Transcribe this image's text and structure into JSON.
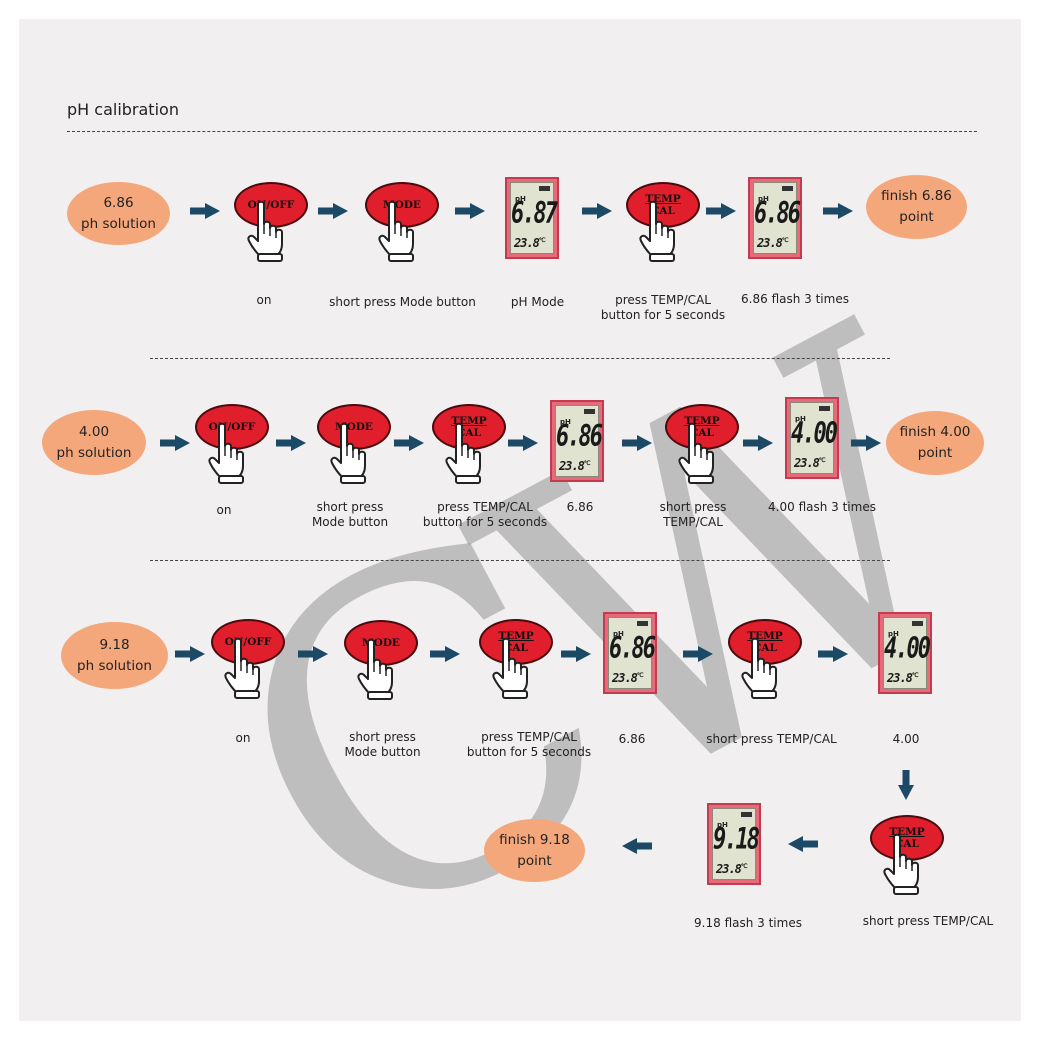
{
  "title": "pH calibration",
  "watermark": "CW",
  "colors": {
    "solution_oval": "#f5a77c",
    "button_red": "#e01e2c",
    "arrow": "#1c4a66",
    "lcd_frame": "#e56a7a",
    "lcd_screen": "#dfe3cf"
  },
  "buttons": {
    "on_off": "ON/OFF",
    "mode": "MODE",
    "temp_top": "TEMP",
    "temp_bottom": "CAL"
  },
  "lcd": {
    "ph_label": "pH",
    "temp": "23.8",
    "temp_unit": "℃"
  },
  "row1": {
    "solution": [
      "6.86",
      "ph solution"
    ],
    "display1": "6.87",
    "display2": "6.86",
    "finish": [
      "finish 6.86",
      "point"
    ],
    "captions": {
      "on": "on",
      "mode": "short press Mode button",
      "phmode": "pH Mode",
      "press": [
        "press TEMP/CAL",
        "button for 5 seconds"
      ],
      "flash": "6.86 flash 3 times"
    }
  },
  "row2": {
    "solution": [
      "4.00",
      "ph solution"
    ],
    "display1": "6.86",
    "display2": "4.00",
    "finish": [
      "finish 4.00",
      "point"
    ],
    "captions": {
      "on": "on",
      "mode": [
        "short press",
        "Mode button"
      ],
      "press": [
        "press TEMP/CAL",
        "button for 5 seconds"
      ],
      "d1": "6.86",
      "short": [
        "short press",
        "TEMP/CAL"
      ],
      "flash": "4.00 flash 3 times"
    }
  },
  "row3": {
    "solution": [
      "9.18",
      "ph solution"
    ],
    "display1": "6.86",
    "display2": "4.00",
    "display3": "9.18",
    "finish": [
      "finish 9.18",
      "point"
    ],
    "captions": {
      "on": "on",
      "mode": [
        "short press",
        "Mode button"
      ],
      "press": [
        "press TEMP/CAL",
        "button for 5 seconds"
      ],
      "d1": "6.86",
      "short": "short press TEMP/CAL",
      "d2": "4.00",
      "short2": "short press TEMP/CAL",
      "flash": "9.18 flash 3 times"
    }
  }
}
